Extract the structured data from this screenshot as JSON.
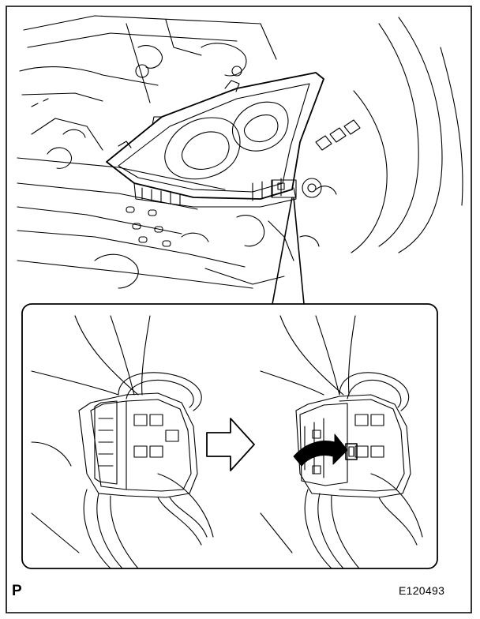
{
  "figure": {
    "marker_letter": "P",
    "code": "E120493",
    "main_view": "headlight-assembly-installed",
    "detail_left": "connector-locked",
    "detail_right": "connector-lock-released",
    "step_arrow": "hollow-right-arrow",
    "action_arrow": "curved-arrow-right"
  }
}
